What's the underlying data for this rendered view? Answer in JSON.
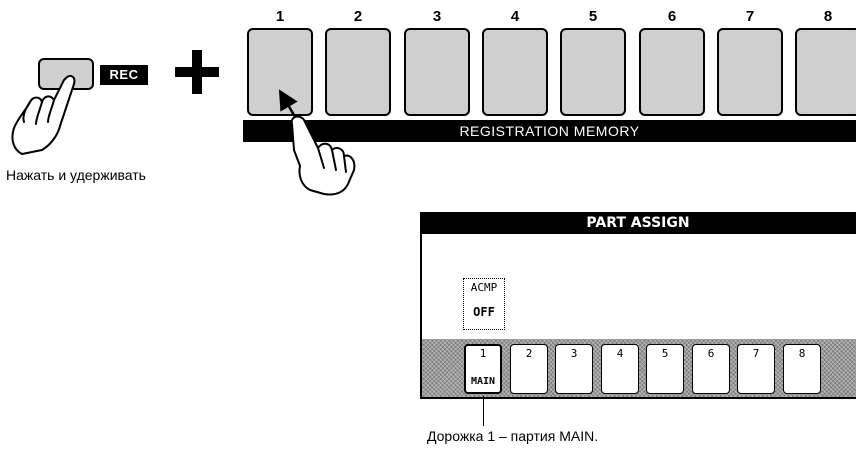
{
  "left_group": {
    "rec_label": "REC",
    "plus_icon": "plus-icon",
    "hold_caption": "Нажать и удерживать"
  },
  "registration": {
    "numbers": [
      "1",
      "2",
      "3",
      "4",
      "5",
      "6",
      "7",
      "8"
    ],
    "bar_label": "REGISTRATION MEMORY"
  },
  "lcd": {
    "title": "PART ASSIGN",
    "acmp_label": "ACMP",
    "acmp_value": "OFF",
    "tracks": [
      {
        "num": "1",
        "part": "MAIN"
      },
      {
        "num": "2",
        "part": ""
      },
      {
        "num": "3",
        "part": ""
      },
      {
        "num": "4",
        "part": ""
      },
      {
        "num": "5",
        "part": ""
      },
      {
        "num": "6",
        "part": ""
      },
      {
        "num": "7",
        "part": ""
      },
      {
        "num": "8",
        "part": ""
      }
    ]
  },
  "track_caption": "Дорожка 1 – партия MAIN."
}
